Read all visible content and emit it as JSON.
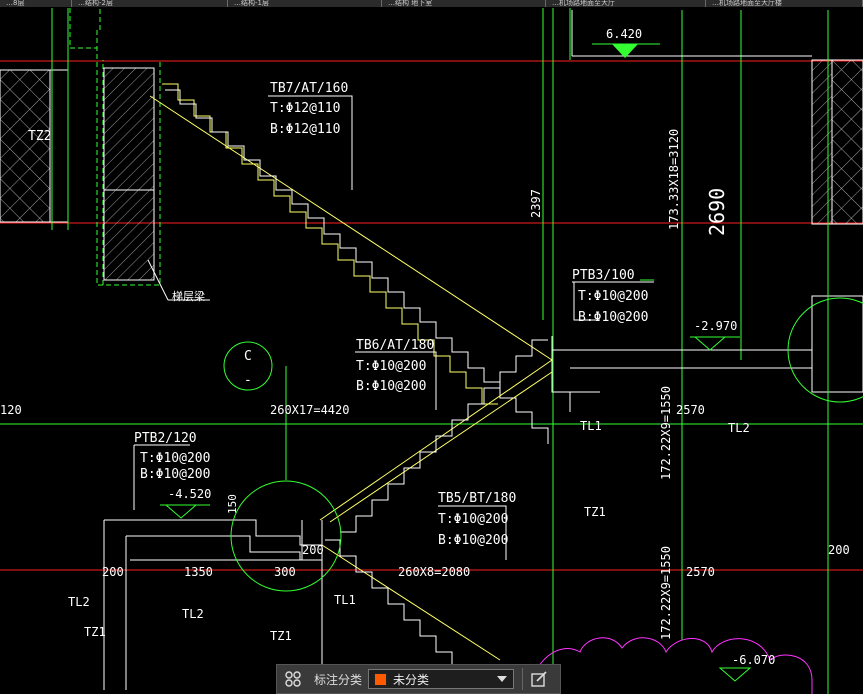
{
  "tabs": [
    "…8层",
    "…结构-2层",
    "…结构-1层",
    "…结构 地下室",
    "…机场路地面至大厅",
    "…机场路地面至大厅楼"
  ],
  "drawing": {
    "texts": {
      "tb7": "TB7/AT/160",
      "tb7_top": "T:Φ12@110",
      "tb7_bot": "B:Φ12@110",
      "tz2": "TZ2",
      "tiliang": "梯层梁",
      "elev_top": "6.420",
      "dim_2397": "2397",
      "dim_3120": "173.33X18=3120",
      "dim_2690": "2690",
      "ptb3": "PTB3/100",
      "ptb3_top": "T:Φ10@200",
      "ptb3_bot": "B:Φ10@200",
      "elev_m2970": "-2.970",
      "circle_c": "C",
      "circle_dash": "-",
      "tb6": "TB6/AT/180",
      "tb6_top": "T:Φ10@200",
      "tb6_bot": "B:Φ10@200",
      "dim_4420": "260X17=4420",
      "dim_120": "120",
      "tl1_a": "TL1",
      "tl2_a": "TL2",
      "dim_2570a": "2570",
      "dim_1550a": "172.22X9=1550",
      "ptb2": "PTB2/120",
      "ptb2_top": "T:Φ10@200",
      "ptb2_bot": "B:Φ10@200",
      "elev_m4520": "-4.520",
      "dim_150": "150",
      "tb5": "TB5/BT/180",
      "tb5_top": "T:Φ10@200",
      "tb5_bot": "B:Φ10@200",
      "tz1_a": "TZ1",
      "dim_200a": "200",
      "dim_1350": "1350",
      "dim_300": "300",
      "dim_200b": "200",
      "dim_2080": "260X8=2080",
      "dim_1550b": "172.22X9=1550",
      "dim_2570b": "2570",
      "dim_200c": "200",
      "tl2_b": "TL2",
      "tl2_c": "TL2",
      "tl1_b": "TL1",
      "tz1_b": "TZ1",
      "tz1_c": "TZ1",
      "elev_m6070": "-6.070"
    }
  },
  "toolbar": {
    "grid_icon": "grid-icon",
    "label": "标注分类",
    "select_value": "未分类",
    "swatch_color": "#ff5a00",
    "edit_icon": "edit-icon"
  },
  "colors": {
    "background": "#000000",
    "stairs": "#ffff66",
    "axis": "#ff2020",
    "structure": "#ffffff",
    "annotation": "#33ff33",
    "highlight_circle": "#33ff33",
    "revision_cloud": "#ff33ff"
  }
}
